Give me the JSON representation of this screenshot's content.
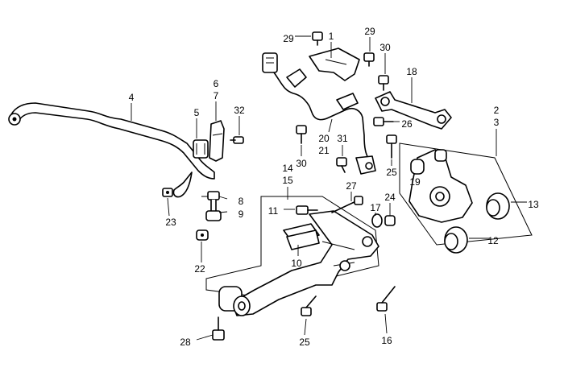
{
  "callouts": [
    {
      "id": "c1",
      "label": "1"
    },
    {
      "id": "c2",
      "label": "2"
    },
    {
      "id": "c3",
      "label": "3"
    },
    {
      "id": "c4",
      "label": "4"
    },
    {
      "id": "c5",
      "label": "5"
    },
    {
      "id": "c6",
      "label": "6"
    },
    {
      "id": "c7",
      "label": "7"
    },
    {
      "id": "c8",
      "label": "8"
    },
    {
      "id": "c9",
      "label": "9"
    },
    {
      "id": "c10",
      "label": "10"
    },
    {
      "id": "c11",
      "label": "11"
    },
    {
      "id": "c12",
      "label": "12"
    },
    {
      "id": "c13",
      "label": "13"
    },
    {
      "id": "c14",
      "label": "14"
    },
    {
      "id": "c15",
      "label": "15"
    },
    {
      "id": "c16",
      "label": "16"
    },
    {
      "id": "c17",
      "label": "17"
    },
    {
      "id": "c18",
      "label": "18"
    },
    {
      "id": "c19",
      "label": "19"
    },
    {
      "id": "c20",
      "label": "20"
    },
    {
      "id": "c21",
      "label": "21"
    },
    {
      "id": "c22",
      "label": "22"
    },
    {
      "id": "c23",
      "label": "23"
    },
    {
      "id": "c24",
      "label": "24"
    },
    {
      "id": "c25a",
      "label": "25"
    },
    {
      "id": "c25b",
      "label": "25"
    },
    {
      "id": "c26",
      "label": "26"
    },
    {
      "id": "c27",
      "label": "27"
    },
    {
      "id": "c28",
      "label": "28"
    },
    {
      "id": "c29a",
      "label": "29"
    },
    {
      "id": "c29b",
      "label": "29"
    },
    {
      "id": "c30a",
      "label": "30"
    },
    {
      "id": "c30b",
      "label": "30"
    },
    {
      "id": "c31",
      "label": "31"
    },
    {
      "id": "c32",
      "label": "32"
    }
  ]
}
